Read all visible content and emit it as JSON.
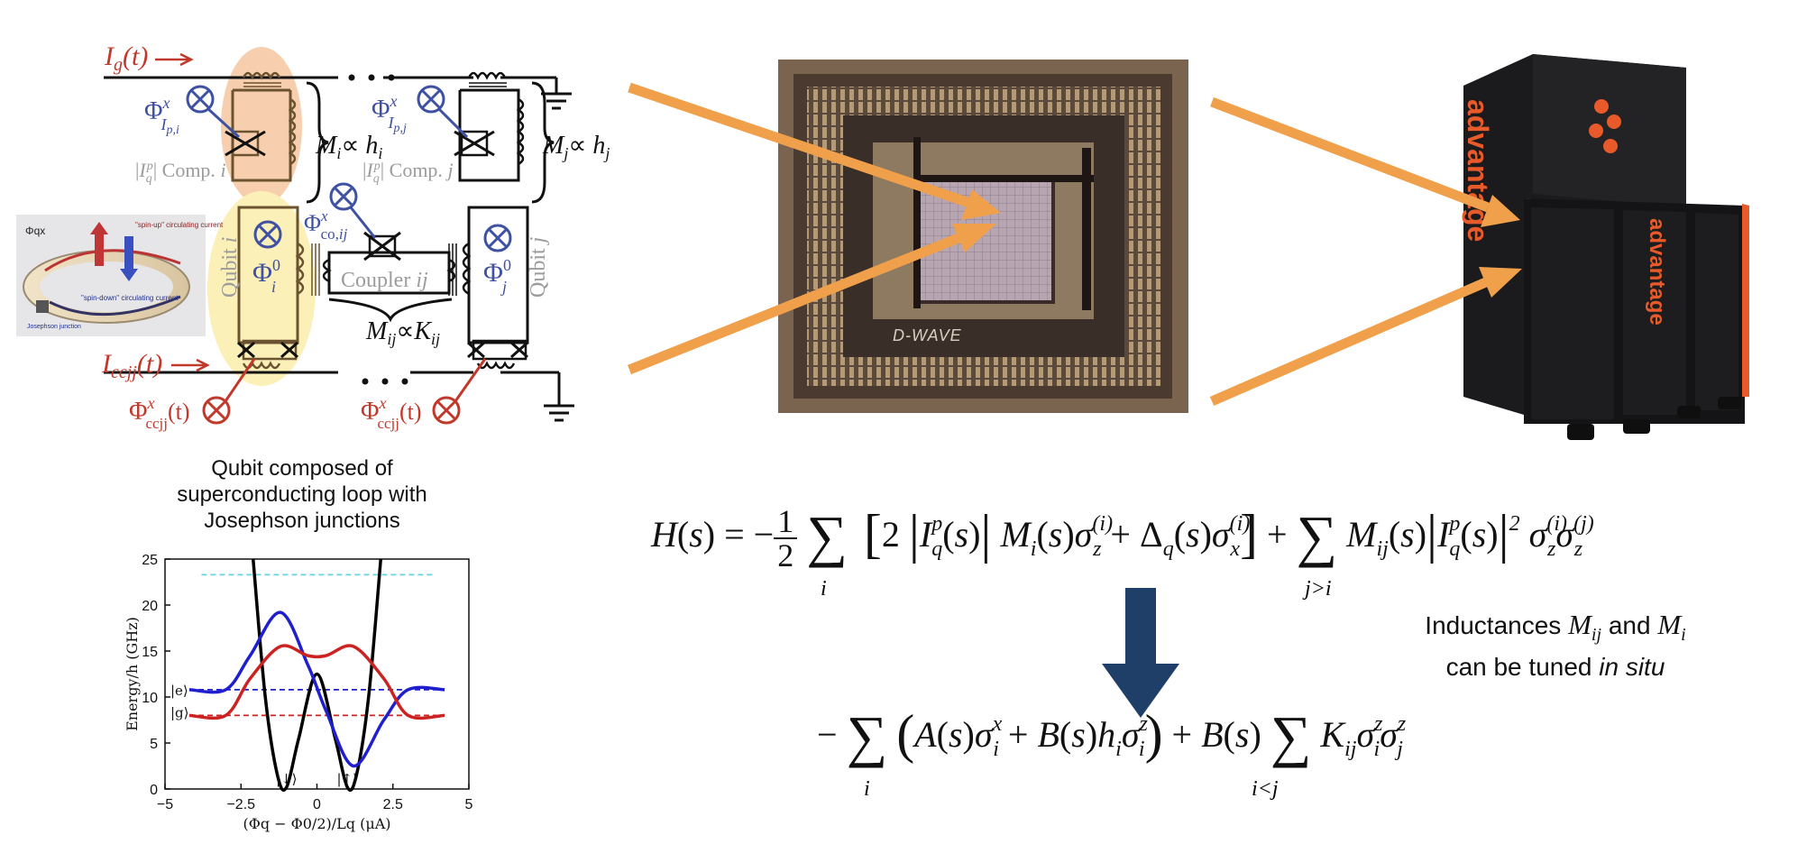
{
  "circuit": {
    "current_g": "Ig(t) ⟶",
    "current_ccjj": "Iccjj(t) ⟶",
    "flux_ip_i": "ΦxIp,i",
    "flux_ip_j": "ΦxIp,j",
    "flux_i0": "Φ0i",
    "flux_j0": "Φ0j",
    "flux_co": "Φxco,ij",
    "flux_ccjj_i": "Φxccjj(t)",
    "flux_ccjj_j": "Φxccjj(t)",
    "comp_i": "|Ipq| Comp. i",
    "comp_j": "|Ipq| Comp. j",
    "m_i": "Mi ∝ hi",
    "m_j": "Mj ∝ hj",
    "m_ij": "Mij ∝ Kij",
    "qubit_i": "Qubit i",
    "qubit_j": "Qubit j",
    "coupler": "Coupler ij"
  },
  "inset": {
    "phi_qx": "Φqx",
    "spin_up": "\"spin-up\" circulating current",
    "spin_down": "\"spin-down\" circulating current",
    "junction": "Josephson junction"
  },
  "caption": "Qubit composed of superconducting loop with Josephson junctions",
  "chip": {
    "logo": "D-WAVE"
  },
  "machine": {
    "brand": "advantage"
  },
  "hamiltonian_note_prefix": "Inductances",
  "hamiltonian_note_and": "and",
  "hamiltonian_note_suffix": "can be tuned",
  "hamiltonian_note_italic": "in situ",
  "colors": {
    "arrow_orange": "#f0a04b",
    "down_arrow": "#1f3f68",
    "circuit_red": "#c0392b",
    "circuit_blue": "#3f51a3",
    "highlight_orange": "#f7cfae",
    "highlight_yellow": "#fbf0b8"
  },
  "chart_data": {
    "type": "line",
    "xlabel": "(Φq − Φ0/2)/Lq (μA)",
    "ylabel": "Energy/h (GHz)",
    "xlim": [
      -5,
      5
    ],
    "ylim": [
      0,
      25
    ],
    "xticks": [
      "−5",
      "−2.5",
      "0",
      "2.5",
      "5"
    ],
    "yticks": [
      "0",
      "5",
      "10",
      "15",
      "20",
      "25"
    ],
    "state_labels": [
      "|e⟩",
      "|g⟩"
    ],
    "well_labels": [
      "|↓⟩",
      "|↑⟩"
    ],
    "series": [
      {
        "color": "#000000",
        "x": [
          -2.1,
          -1.7,
          -1.3,
          -1.0,
          -0.6,
          0.0,
          0.6,
          1.0,
          1.3,
          1.7,
          2.1
        ],
        "y": [
          25,
          10,
          1.5,
          0.2,
          5.5,
          12.5,
          5.5,
          0.2,
          1.5,
          10,
          25
        ]
      },
      {
        "color": "#1f1fd0",
        "x": [
          -4.2,
          -3.0,
          -2.2,
          -1.2,
          -0.3,
          0.3,
          1.2,
          2.2,
          3.0,
          4.2
        ],
        "y": [
          10.8,
          10.8,
          14.5,
          19.2,
          13.5,
          8.5,
          2.5,
          7.5,
          10.8,
          10.8
        ]
      },
      {
        "color": "#cc2222",
        "x": [
          -4.2,
          -3.0,
          -2.2,
          -1.2,
          -0.3,
          0.3,
          1.2,
          2.2,
          3.0,
          4.2
        ],
        "y": [
          8.0,
          8.0,
          12.0,
          15.5,
          14.5,
          14.5,
          15.5,
          12.0,
          8.0,
          8.0
        ]
      }
    ],
    "dashed_levels": [
      {
        "color": "#6ad0e6",
        "y": 23.3
      },
      {
        "color": "#1f1fd0",
        "y": 10.8
      },
      {
        "color": "#cc2222",
        "y": 8.0
      }
    ]
  }
}
